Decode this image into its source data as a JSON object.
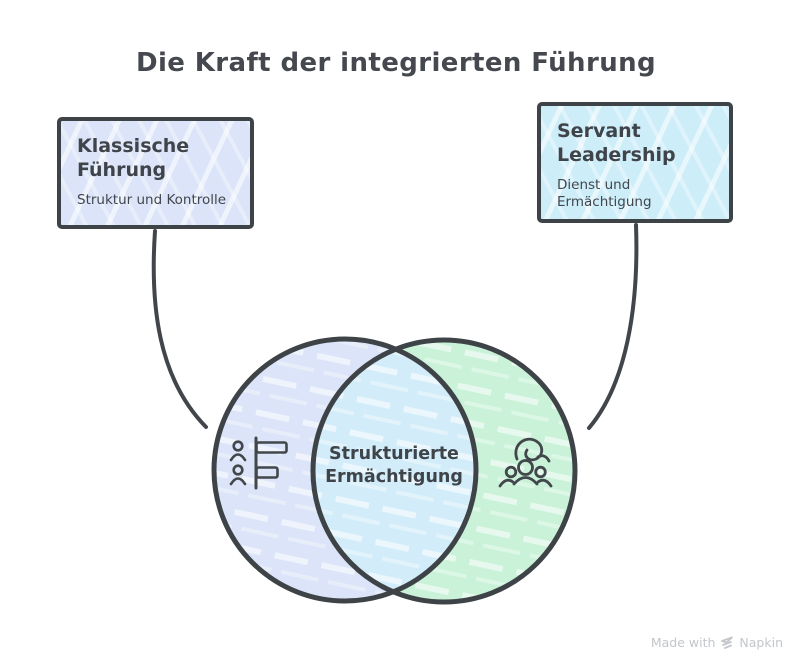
{
  "title": "Die Kraft der integrierten Führung",
  "nodes": {
    "left": {
      "title": "Klassische Führung",
      "subtitle": "Struktur und Kontrolle",
      "fill": "#dbe4f8"
    },
    "right": {
      "title": "Servant Leadership",
      "subtitle": "Dienst und Ermächtigung",
      "fill": "#cdedf9"
    }
  },
  "venn": {
    "intersection_label": "Strukturierte Ermächtigung",
    "left_icon": "people-hierarchy-icon",
    "right_icon": "team-group-icon",
    "colors": {
      "left_circle": "#dbe4f8",
      "right_circle": "#c9f2d9",
      "intersection": "#d2edf9",
      "stroke": "#3e4347"
    }
  },
  "watermark": {
    "made_with": "Made with",
    "brand": "Napkin"
  }
}
